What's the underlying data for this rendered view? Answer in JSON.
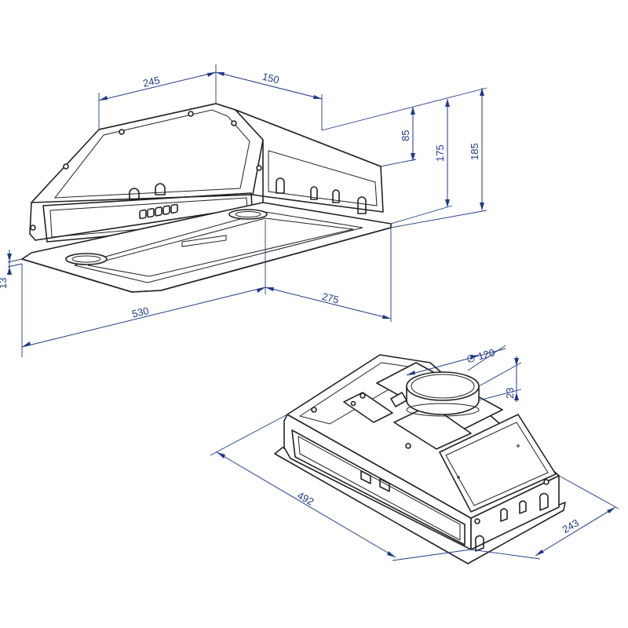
{
  "colors": {
    "dimension": "#1f3a8a",
    "outline": "#222222",
    "background": "#ffffff"
  },
  "dimensions": {
    "top_width_left": "245",
    "top_width_right": "150",
    "height_rear": "85",
    "height_mid": "175",
    "height_total": "185",
    "lip_thickness": "13",
    "overall_width": "530",
    "overall_depth": "275",
    "duct_diameter": "∅ 120",
    "collar_height": "23",
    "body_width": "492",
    "body_depth": "243"
  }
}
